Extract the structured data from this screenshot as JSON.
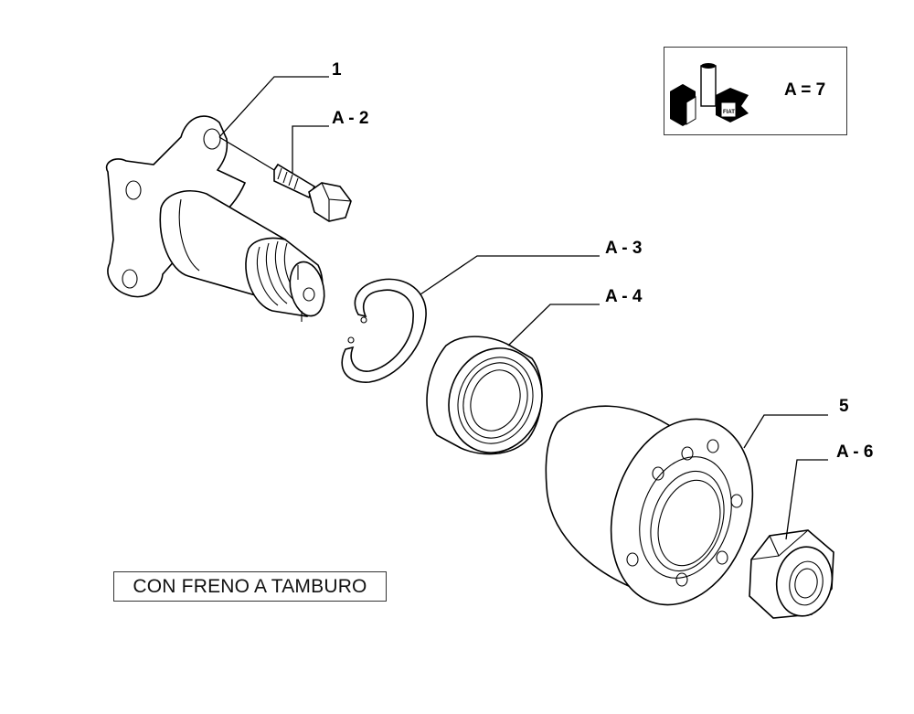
{
  "callouts": [
    {
      "id": "1",
      "label": "1"
    },
    {
      "id": "A2",
      "label": "A - 2"
    },
    {
      "id": "A3",
      "label": "A - 3"
    },
    {
      "id": "A4",
      "label": "A - 4"
    },
    {
      "id": "5",
      "label": "5"
    },
    {
      "id": "A6",
      "label": "A - 6"
    }
  ],
  "legend": {
    "text": "A = 7",
    "icon": "fiat-parts-icon",
    "badge": "FIAT"
  },
  "note": {
    "text": "CON FRENO A TAMBURO"
  },
  "colors": {
    "line": "#000000",
    "background": "#ffffff"
  }
}
